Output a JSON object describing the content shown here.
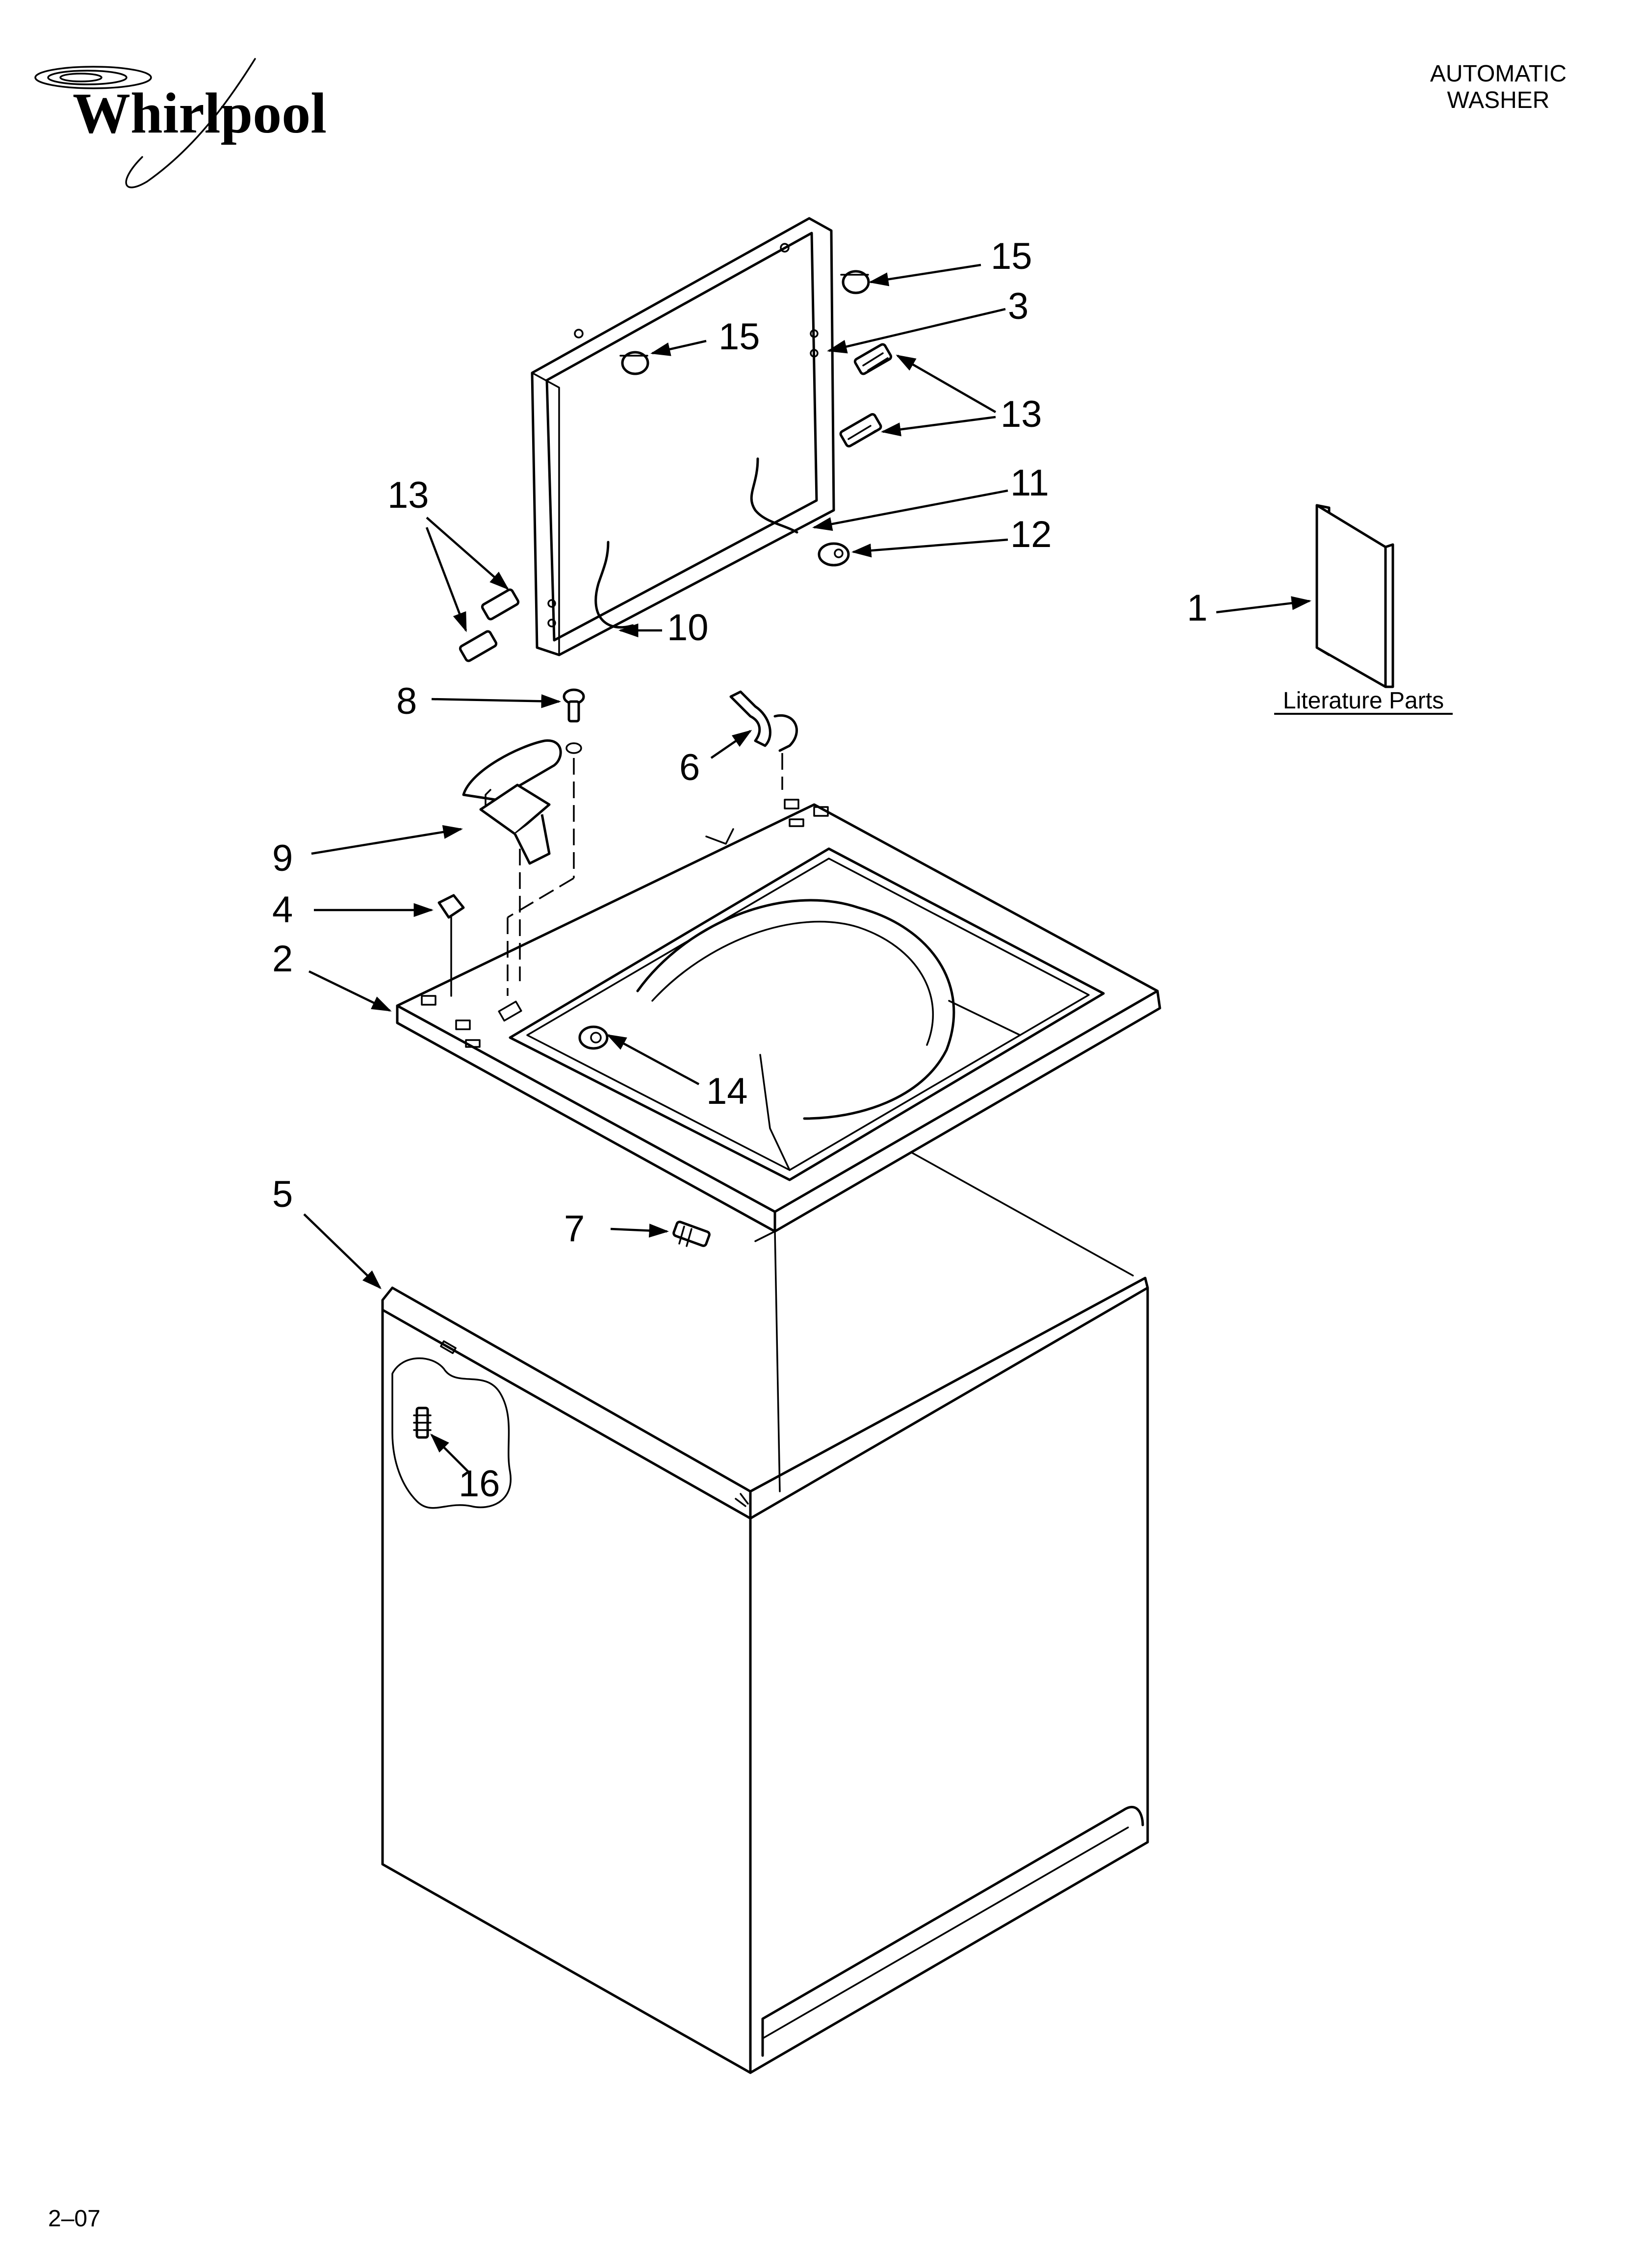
{
  "brand": {
    "logo_text": "Whirlpool"
  },
  "header": {
    "line1": "AUTOMATIC",
    "line2": "WASHER"
  },
  "footer": {
    "page_code": "2–07"
  },
  "literature": {
    "label": "Literature Parts"
  },
  "callouts": {
    "c1": "1",
    "c2": "2",
    "c3": "3",
    "c4": "4",
    "c5": "5",
    "c6": "6",
    "c7": "7",
    "c8": "8",
    "c9": "9",
    "c10": "10",
    "c11": "11",
    "c12": "12",
    "c13a": "13",
    "c13b": "13",
    "c14": "14",
    "c15a": "15",
    "c15b": "15",
    "c16": "16"
  }
}
